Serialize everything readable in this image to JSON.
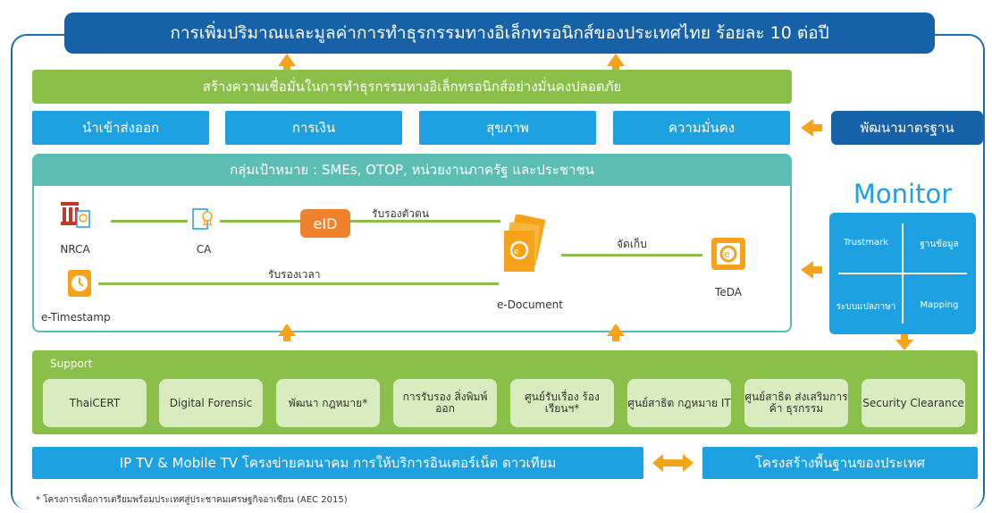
{
  "title": "การเพิ่มปริมาณและมูลค่าการทำธุรกรรมทางอิเล็กทรอนิกส์ของประเทศไทย ร้อยละ 10 ต่อปี",
  "confidence_bar": "สร้างความเชื่อมั่นในการทำธุรกรรมทางอิเล็กทรอนิกส์อย่างมั่นคงปลอดภัย",
  "sectors": [
    "นำเข้าส่งออก",
    "การเงิน",
    "สุขภาพ",
    "ความมั่นคง"
  ],
  "standards": "พัฒนามาตรฐาน",
  "target_group": "กลุ่มเป้าหมาย : SMEs, OTOP, หน่วยงานภาครัฐ และประชาชน",
  "nodes": {
    "nrca": "NRCA",
    "ca": "CA",
    "eid": "eID",
    "eid_label": "รับรองตัวตน",
    "edocument": "e-Document",
    "store_label": "จัดเก็บ",
    "teda": "TeDA",
    "timestamp": "e-Timestamp",
    "time_label": "รับรองเวลา"
  },
  "monitor": {
    "title": "Monitor",
    "cells": [
      "Trustmark",
      "ฐานข้อมูล",
      "ระบบแปลภาษา",
      "Mapping"
    ]
  },
  "support": {
    "label": "Support",
    "items": [
      "ThaiCERT",
      "Digital Forensic",
      "พัฒนา กฎหมาย*",
      "การรับรอง สิ่งพิมพ์ออก",
      "ศูนย์รับเรื่อง ร้องเรียนฯ*",
      "ศูนย์สาธิต กฎหมาย IT",
      "ศูนย์สาธิต ส่งเสริมการค้า ธุรกรรม",
      "Security Clearance"
    ]
  },
  "bottom": {
    "left": "IP TV & Mobile TV โครงข่ายคมนาคม การให้บริการอินเตอร์เน็ต ดาวเทียม",
    "right": "โครงสร้างพื้นฐานของประเทศ"
  },
  "footnote": "* โครงการเพื่อการเตรียมพร้อมประเทศสู่ประชาคมเศรษฐกิจอาเซียน (AEC 2015)",
  "colors": {
    "dark_blue": "#1761a8",
    "light_blue": "#1ea1e0",
    "green": "#8ac049",
    "teal": "#5cbdb5",
    "orange": "#f7a21b"
  }
}
